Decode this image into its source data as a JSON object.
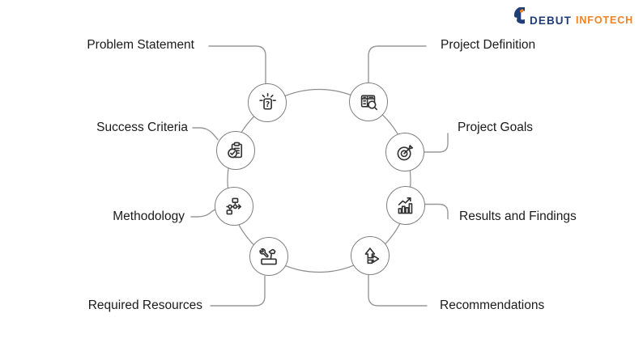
{
  "brand": {
    "name_primary": "DEBUT",
    "name_secondary": "INFOTECH",
    "color_primary": "#1f3d76",
    "color_secondary": "#f08221"
  },
  "diagram": {
    "type": "circular-process",
    "items": [
      {
        "id": "problem-statement",
        "label": "Problem Statement",
        "icon": "idea-question-icon"
      },
      {
        "id": "project-definition",
        "label": "Project Definition",
        "icon": "table-search-icon"
      },
      {
        "id": "success-criteria",
        "label": "Success Criteria",
        "icon": "clipboard-check-icon"
      },
      {
        "id": "project-goals",
        "label": "Project Goals",
        "icon": "target-dart-icon"
      },
      {
        "id": "methodology",
        "label": "Methodology",
        "icon": "flowchart-icon"
      },
      {
        "id": "results-and-findings",
        "label": "Results and Findings",
        "icon": "bar-chart-growth-icon"
      },
      {
        "id": "required-resources",
        "label": "Required Resources",
        "icon": "tools-icon"
      },
      {
        "id": "recommendations",
        "label": "Recommendations",
        "icon": "direction-arrows-icon"
      }
    ],
    "colors": {
      "connector": "#989898",
      "node_outline": "#7f7f7f",
      "icon_stroke": "#333333",
      "label_text": "#1b1b1b",
      "background": "#ffffff"
    }
  }
}
